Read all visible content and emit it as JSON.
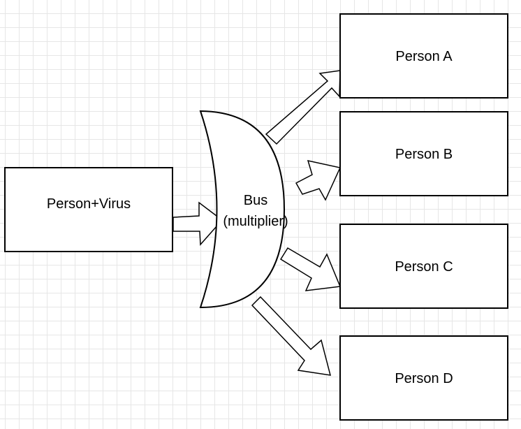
{
  "nodes": {
    "source": {
      "label": "Person+Virus"
    },
    "bus": {
      "line1": "Bus",
      "line2": "(multiplier)"
    },
    "person_a": {
      "label": "Person A"
    },
    "person_b": {
      "label": "Person B"
    },
    "person_c": {
      "label": "Person C"
    },
    "person_d": {
      "label": "Person D"
    }
  },
  "colors": {
    "stroke": "#000000",
    "fill": "#ffffff",
    "grid": "#e6e6e6"
  }
}
